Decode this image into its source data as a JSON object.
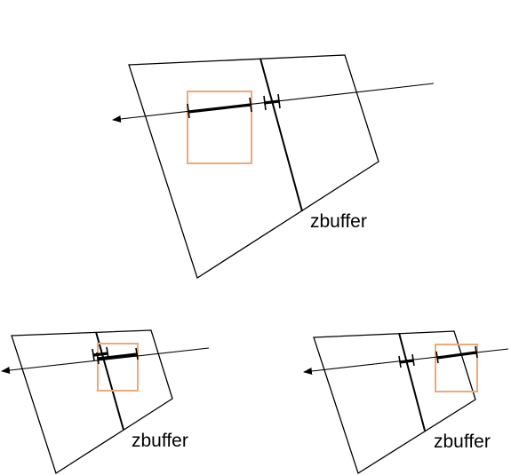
{
  "diagram": {
    "colors": {
      "stroke": "#000000",
      "box": "#f0a878",
      "background": "#ffffff"
    },
    "panels": [
      {
        "id": "panel-top",
        "label": "zbuffer"
      },
      {
        "id": "panel-bottom-left",
        "label": "zbuffer"
      },
      {
        "id": "panel-bottom-right",
        "label": "zbuffer"
      }
    ]
  }
}
